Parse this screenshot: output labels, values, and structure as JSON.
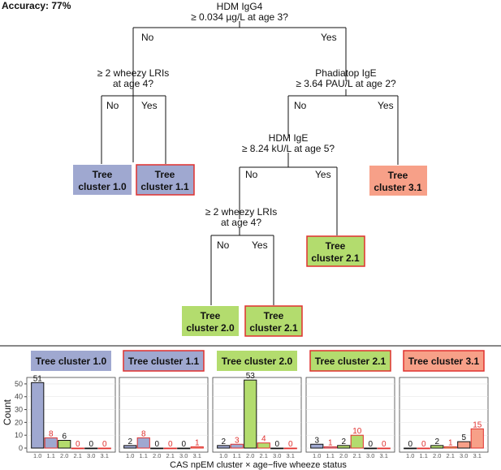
{
  "accuracy_text": "Accuracy: 77%",
  "colors": {
    "cluster_1_0": "#9fa8d0",
    "cluster_2_0": "#b3dc6e",
    "cluster_3_1": "#f7a088",
    "red_border": "#e0302e",
    "red_text": "#e0302e",
    "line": "#111111"
  },
  "tree": {
    "nodes": [
      {
        "id": "n1",
        "lines": [
          "HDM IgG4",
          "≥ 0.034 µg/L at age 3?"
        ]
      },
      {
        "id": "n2",
        "lines": [
          "≥ 2 wheezy LRIs",
          "at age 4?"
        ]
      },
      {
        "id": "n3",
        "lines": [
          "Phadiatop IgE",
          "≥ 3.64 PAU/L at age 2?"
        ]
      },
      {
        "id": "n4",
        "lines": [
          "HDM IgE",
          "≥ 8.24 kU/L at age 5?"
        ]
      },
      {
        "id": "n5",
        "lines": [
          "≥ 2 wheezy LRIs",
          "at age 4?"
        ]
      }
    ],
    "branch_labels": {
      "no": "No",
      "yes": "Yes"
    },
    "leaves": [
      {
        "id": "leaf-1-0",
        "lines": [
          "Tree",
          "cluster 1.0"
        ],
        "color": "cluster_1_0",
        "red_border": false
      },
      {
        "id": "leaf-1-1",
        "lines": [
          "Tree",
          "cluster 1.1"
        ],
        "color": "cluster_1_0",
        "red_border": true
      },
      {
        "id": "leaf-3-1",
        "lines": [
          "Tree",
          "cluster 3.1"
        ],
        "color": "cluster_3_1",
        "red_border": false
      },
      {
        "id": "leaf-2-1a",
        "lines": [
          "Tree",
          "cluster 2.1"
        ],
        "color": "cluster_2_0",
        "red_border": true
      },
      {
        "id": "leaf-2-0",
        "lines": [
          "Tree",
          "cluster 2.0"
        ],
        "color": "cluster_2_0",
        "red_border": false
      },
      {
        "id": "leaf-2-1b",
        "lines": [
          "Tree",
          "cluster 2.1"
        ],
        "color": "cluster_2_0",
        "red_border": true
      }
    ]
  },
  "chart_data": {
    "type": "bar",
    "ylabel": "Count",
    "xlabel": "CAS npEM cluster × age−five wheeze status",
    "categories": [
      "1.0",
      "1.1",
      "2.0",
      "2.1",
      "3.0",
      "3.1"
    ],
    "ylim": [
      0,
      55
    ],
    "yticks": [
      0,
      10,
      20,
      30,
      40,
      50
    ],
    "panels": [
      {
        "title": "Tree cluster 1.0",
        "color": "cluster_1_0",
        "red_border": false,
        "values": [
          51,
          8,
          6,
          0,
          0,
          0
        ]
      },
      {
        "title": "Tree cluster 1.1",
        "color": "cluster_1_0",
        "red_border": true,
        "values": [
          2,
          8,
          0,
          0,
          0,
          1
        ]
      },
      {
        "title": "Tree cluster 2.0",
        "color": "cluster_2_0",
        "red_border": false,
        "values": [
          2,
          3,
          53,
          4,
          0,
          0
        ]
      },
      {
        "title": "Tree cluster 2.1",
        "color": "cluster_2_0",
        "red_border": true,
        "values": [
          3,
          1,
          2,
          10,
          0,
          0
        ]
      },
      {
        "title": "Tree cluster 3.1",
        "color": "cluster_3_1",
        "red_border": true,
        "values": [
          0,
          0,
          2,
          1,
          5,
          15
        ]
      }
    ],
    "bar_colors": [
      "cluster_1_0",
      "cluster_1_0",
      "cluster_2_0",
      "cluster_2_0",
      "cluster_3_1",
      "cluster_3_1"
    ],
    "red_categories": [
      false,
      true,
      false,
      true,
      false,
      true
    ]
  }
}
